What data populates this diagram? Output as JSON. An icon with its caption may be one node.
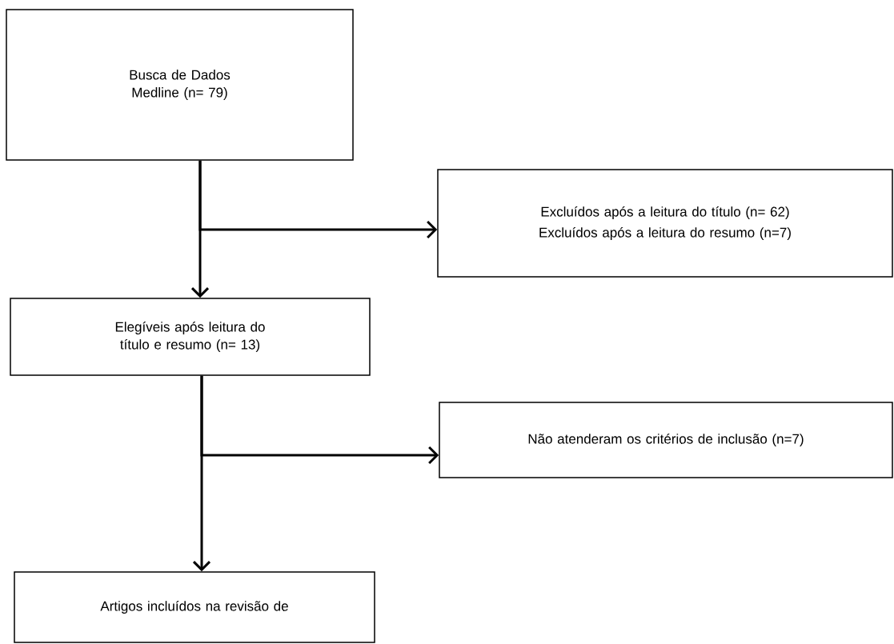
{
  "diagram": {
    "nodes": [
      {
        "text": [
          "Busca de Dados Medline (n= 79)"
        ]
      },
      {
        "text": [
          "Excluídos após a leitura do título (n= 62)",
          "Excluídos após a leitura do resumo (n=7)"
        ]
      },
      {
        "text": [
          "Elegíveis após leitura do título e resumo (n= 13)"
        ]
      },
      {
        "text": [
          "Não atenderam os critérios de inclusão (n=7)"
        ]
      },
      {
        "text": [
          "Artigos incluídos na revisão de"
        ]
      }
    ],
    "edges": [
      {
        "from": 0,
        "to": 2,
        "arrow": "to"
      },
      {
        "from": 0,
        "to": 1,
        "arrow": "to"
      },
      {
        "from": 2,
        "to": 4,
        "arrow": "to"
      },
      {
        "from": 2,
        "to": 3,
        "arrow": "to"
      }
    ]
  }
}
